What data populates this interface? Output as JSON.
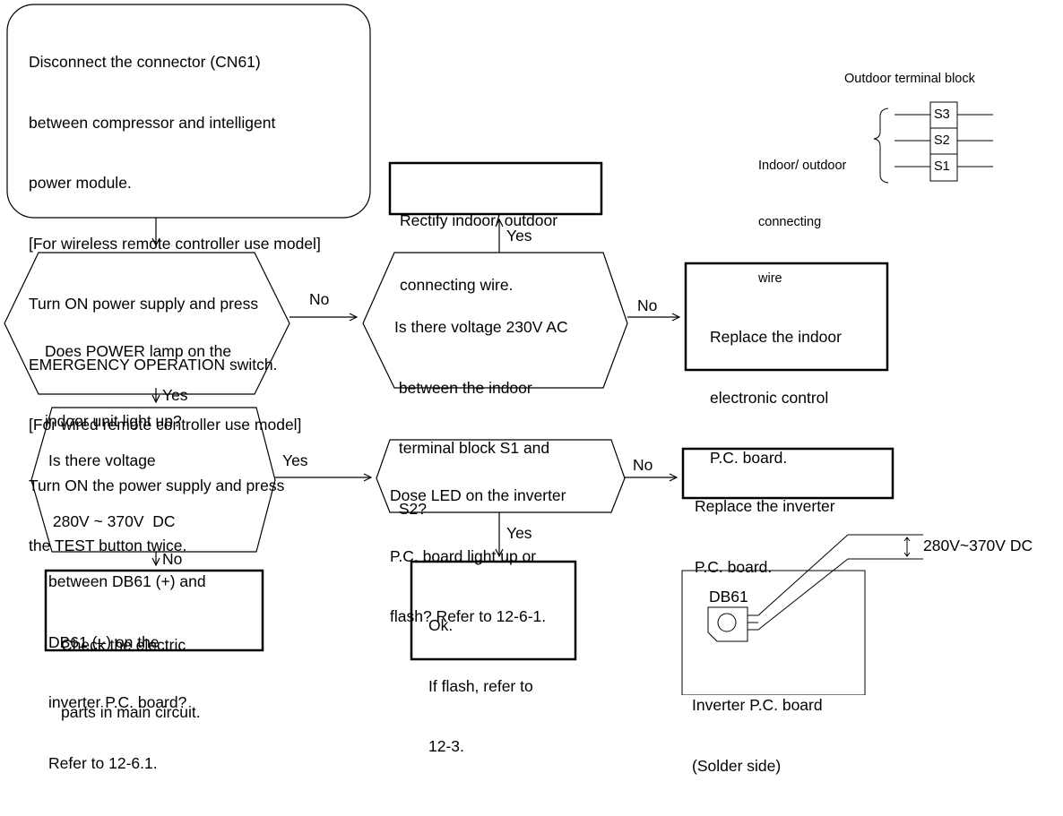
{
  "start": {
    "lines": [
      "Disconnect the connector (CN61)",
      "between compressor and intelligent",
      "power module.",
      "[For wireless remote controller use model]",
      "Turn ON power supply and press",
      "EMERGENCY OPERATION switch.",
      "[For wired remote controller use model]",
      "Turn ON the power supply and press",
      "the TEST button twice."
    ]
  },
  "decision_power_lamp": {
    "lines": [
      "Does POWER lamp on the",
      "indoor unit light up?"
    ]
  },
  "decision_voltage_ac": {
    "lines": [
      "Is there voltage 230V AC",
      " between the indoor",
      " terminal block S1 and",
      " S2?"
    ]
  },
  "decision_voltage_dc": {
    "lines": [
      "Is there voltage",
      " 280V ~ 370V  DC",
      "between DB61 (+) and",
      "DB61 (–) on the",
      "inverter P.C. board?",
      "Refer to 12-6.1."
    ]
  },
  "decision_led": {
    "lines": [
      "Dose LED on the inverter",
      "P.C. board light up or",
      "flash? Refer to 12-6-1."
    ]
  },
  "action_rectify_wire": {
    "lines": [
      "Rectify indoor/ outdoor",
      "connecting wire."
    ]
  },
  "action_replace_indoor": {
    "lines": [
      "Replace the indoor",
      "electronic control",
      "P.C. board."
    ]
  },
  "action_replace_inverter": {
    "lines": [
      "Replace the inverter",
      "P.C. board."
    ]
  },
  "action_check_parts": {
    "lines": [
      "Check the electric",
      "parts in main circuit."
    ]
  },
  "action_ok": {
    "lines": [
      "Ok.",
      "If flash, refer to",
      "12-3."
    ]
  },
  "labels": {
    "no_1": "No",
    "no_2": "No",
    "no_3": "No",
    "no_4": "No",
    "yes_1": "Yes",
    "yes_2": "Yes",
    "yes_3": "Yes",
    "yes_4": "Yes"
  },
  "terminal_block": {
    "title": "Outdoor terminal block",
    "wire_label": [
      "Indoor/ outdoor",
      "connecting",
      "wire"
    ],
    "terminals": [
      "S3",
      "S2",
      "S1"
    ]
  },
  "inverter_board": {
    "component": "DB61",
    "voltage": "280V~370V DC",
    "caption": [
      "Inverter P.C. board",
      "(Solder side)"
    ]
  }
}
